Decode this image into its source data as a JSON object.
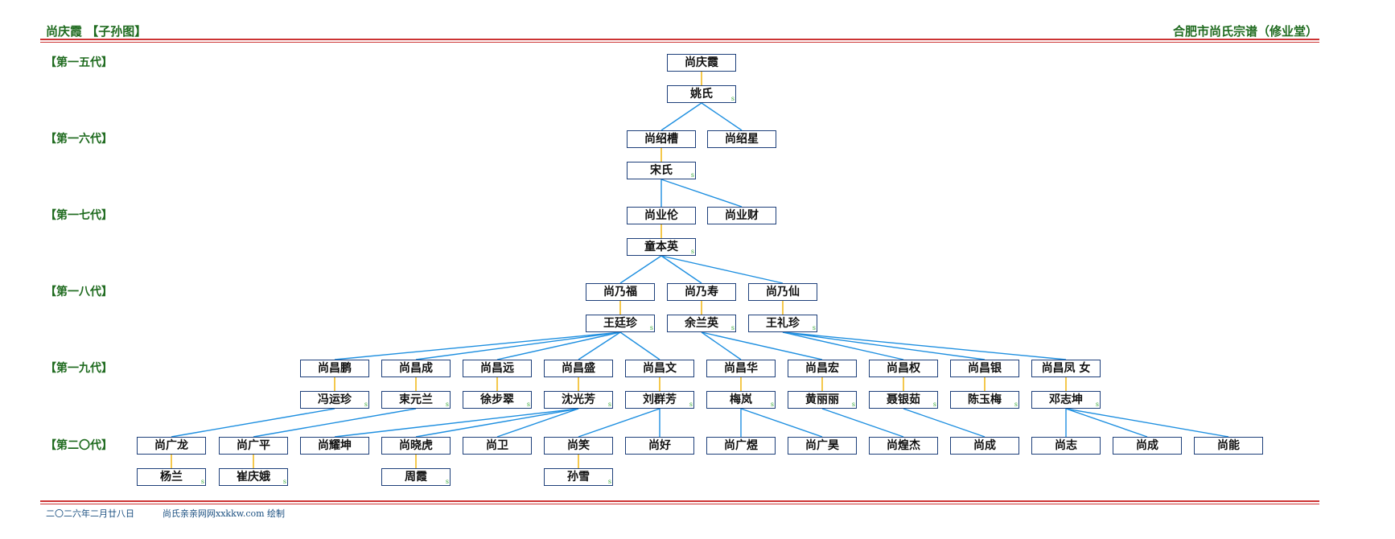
{
  "header": {
    "left_title": "尚庆霞 【子孙图】",
    "right_title": "合肥市尚氏宗谱（修业堂）"
  },
  "generations": [
    "【第一五代】",
    "【第一六代】",
    "【第一七代】",
    "【第一八代】",
    "【第一九代】",
    "【第二〇代】"
  ],
  "colors": {
    "link_line": "#1e8fe0",
    "spouse_link": "#f0b000",
    "box_border": "#1d3f7a",
    "header_text": "#1f6b1f",
    "rule": "#cc3333"
  },
  "spouse_marker": "s",
  "nodes": {
    "g15_p": "尚庆霞",
    "g15_s": "姚氏",
    "g16_p1": "尚绍槽",
    "g16_p2": "尚绍星",
    "g16_s": "宋氏",
    "g17_p1": "尚业伦",
    "g17_p2": "尚业财",
    "g17_s": "童本英",
    "g18_p1": "尚乃福",
    "g18_p2": "尚乃寿",
    "g18_p3": "尚乃仙",
    "g18_s1": "王廷珍",
    "g18_s2": "余兰英",
    "g18_s3": "王礼珍",
    "g19_p1": "尚昌鹏",
    "g19_p2": "尚昌成",
    "g19_p3": "尚昌远",
    "g19_p4": "尚昌盛",
    "g19_p5": "尚昌文",
    "g19_p6": "尚昌华",
    "g19_p7": "尚昌宏",
    "g19_p8": "尚昌权",
    "g19_p9": "尚昌银",
    "g19_p10": "尚昌凤 女",
    "g19_s1": "冯运珍",
    "g19_s2": "束元兰",
    "g19_s3": "徐步翠",
    "g19_s4": "沈光芳",
    "g19_s5": "刘群芳",
    "g19_s6": "梅岚",
    "g19_s7": "黄丽丽",
    "g19_s8": "聂银茹",
    "g19_s9": "陈玉梅",
    "g19_s10": "邓志坤",
    "g20_p1": "尚广龙",
    "g20_p2": "尚广平",
    "g20_p3": "尚耀坤",
    "g20_p4": "尚晓虎",
    "g20_p5": "尚卫",
    "g20_p6": "尚笑",
    "g20_p7": "尚好",
    "g20_p8": "尚广煜",
    "g20_p9": "尚广昊",
    "g20_p10": "尚煌杰",
    "g20_p11": "尚成",
    "g20_p12": "尚志",
    "g20_p13": "尚成",
    "g20_p14": "尚能",
    "g20_s1": "杨兰",
    "g20_s2": "崔庆娥",
    "g20_s4": "周霞",
    "g20_s6": "孙雪"
  },
  "footer": {
    "date": "二〇二六年二月廿八日",
    "site": "尚氏亲亲网网xxkkw.com 绘制"
  }
}
